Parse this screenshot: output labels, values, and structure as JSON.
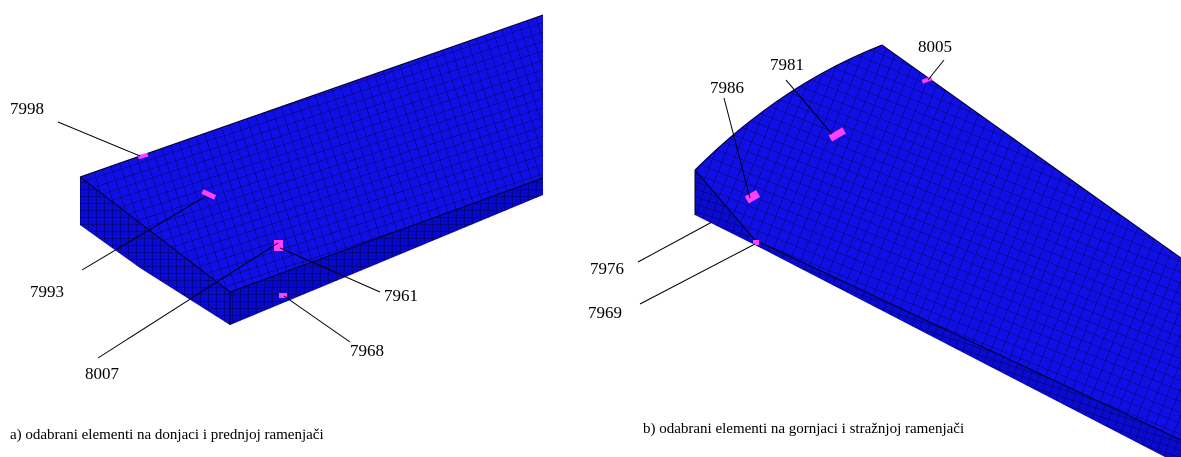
{
  "panels": [
    {
      "id": "a",
      "caption": "a)  odabrani elementi na donjaci i prednjoj ramenjači",
      "labels": [
        {
          "text": "7998",
          "element": "7998"
        },
        {
          "text": "7993",
          "element": "7993"
        },
        {
          "text": "8007",
          "element": "8007"
        },
        {
          "text": "7961",
          "element": "7961"
        },
        {
          "text": "7968",
          "element": "7968"
        }
      ]
    },
    {
      "id": "b",
      "caption": "b)  odabrani elementi na gornjaci i stražnjoj ramenjači",
      "labels": [
        {
          "text": "7986",
          "element": "7986"
        },
        {
          "text": "7981",
          "element": "7981"
        },
        {
          "text": "8005",
          "element": "8005"
        },
        {
          "text": "7976",
          "element": "7976"
        },
        {
          "text": "7969",
          "element": "7969"
        }
      ]
    }
  ],
  "colors": {
    "mesh_fill": "#1010e6",
    "mesh_side": "#0a0ad0",
    "mesh_grid": "#000033",
    "highlight": "#ff40ff",
    "background": "#ffffff"
  }
}
